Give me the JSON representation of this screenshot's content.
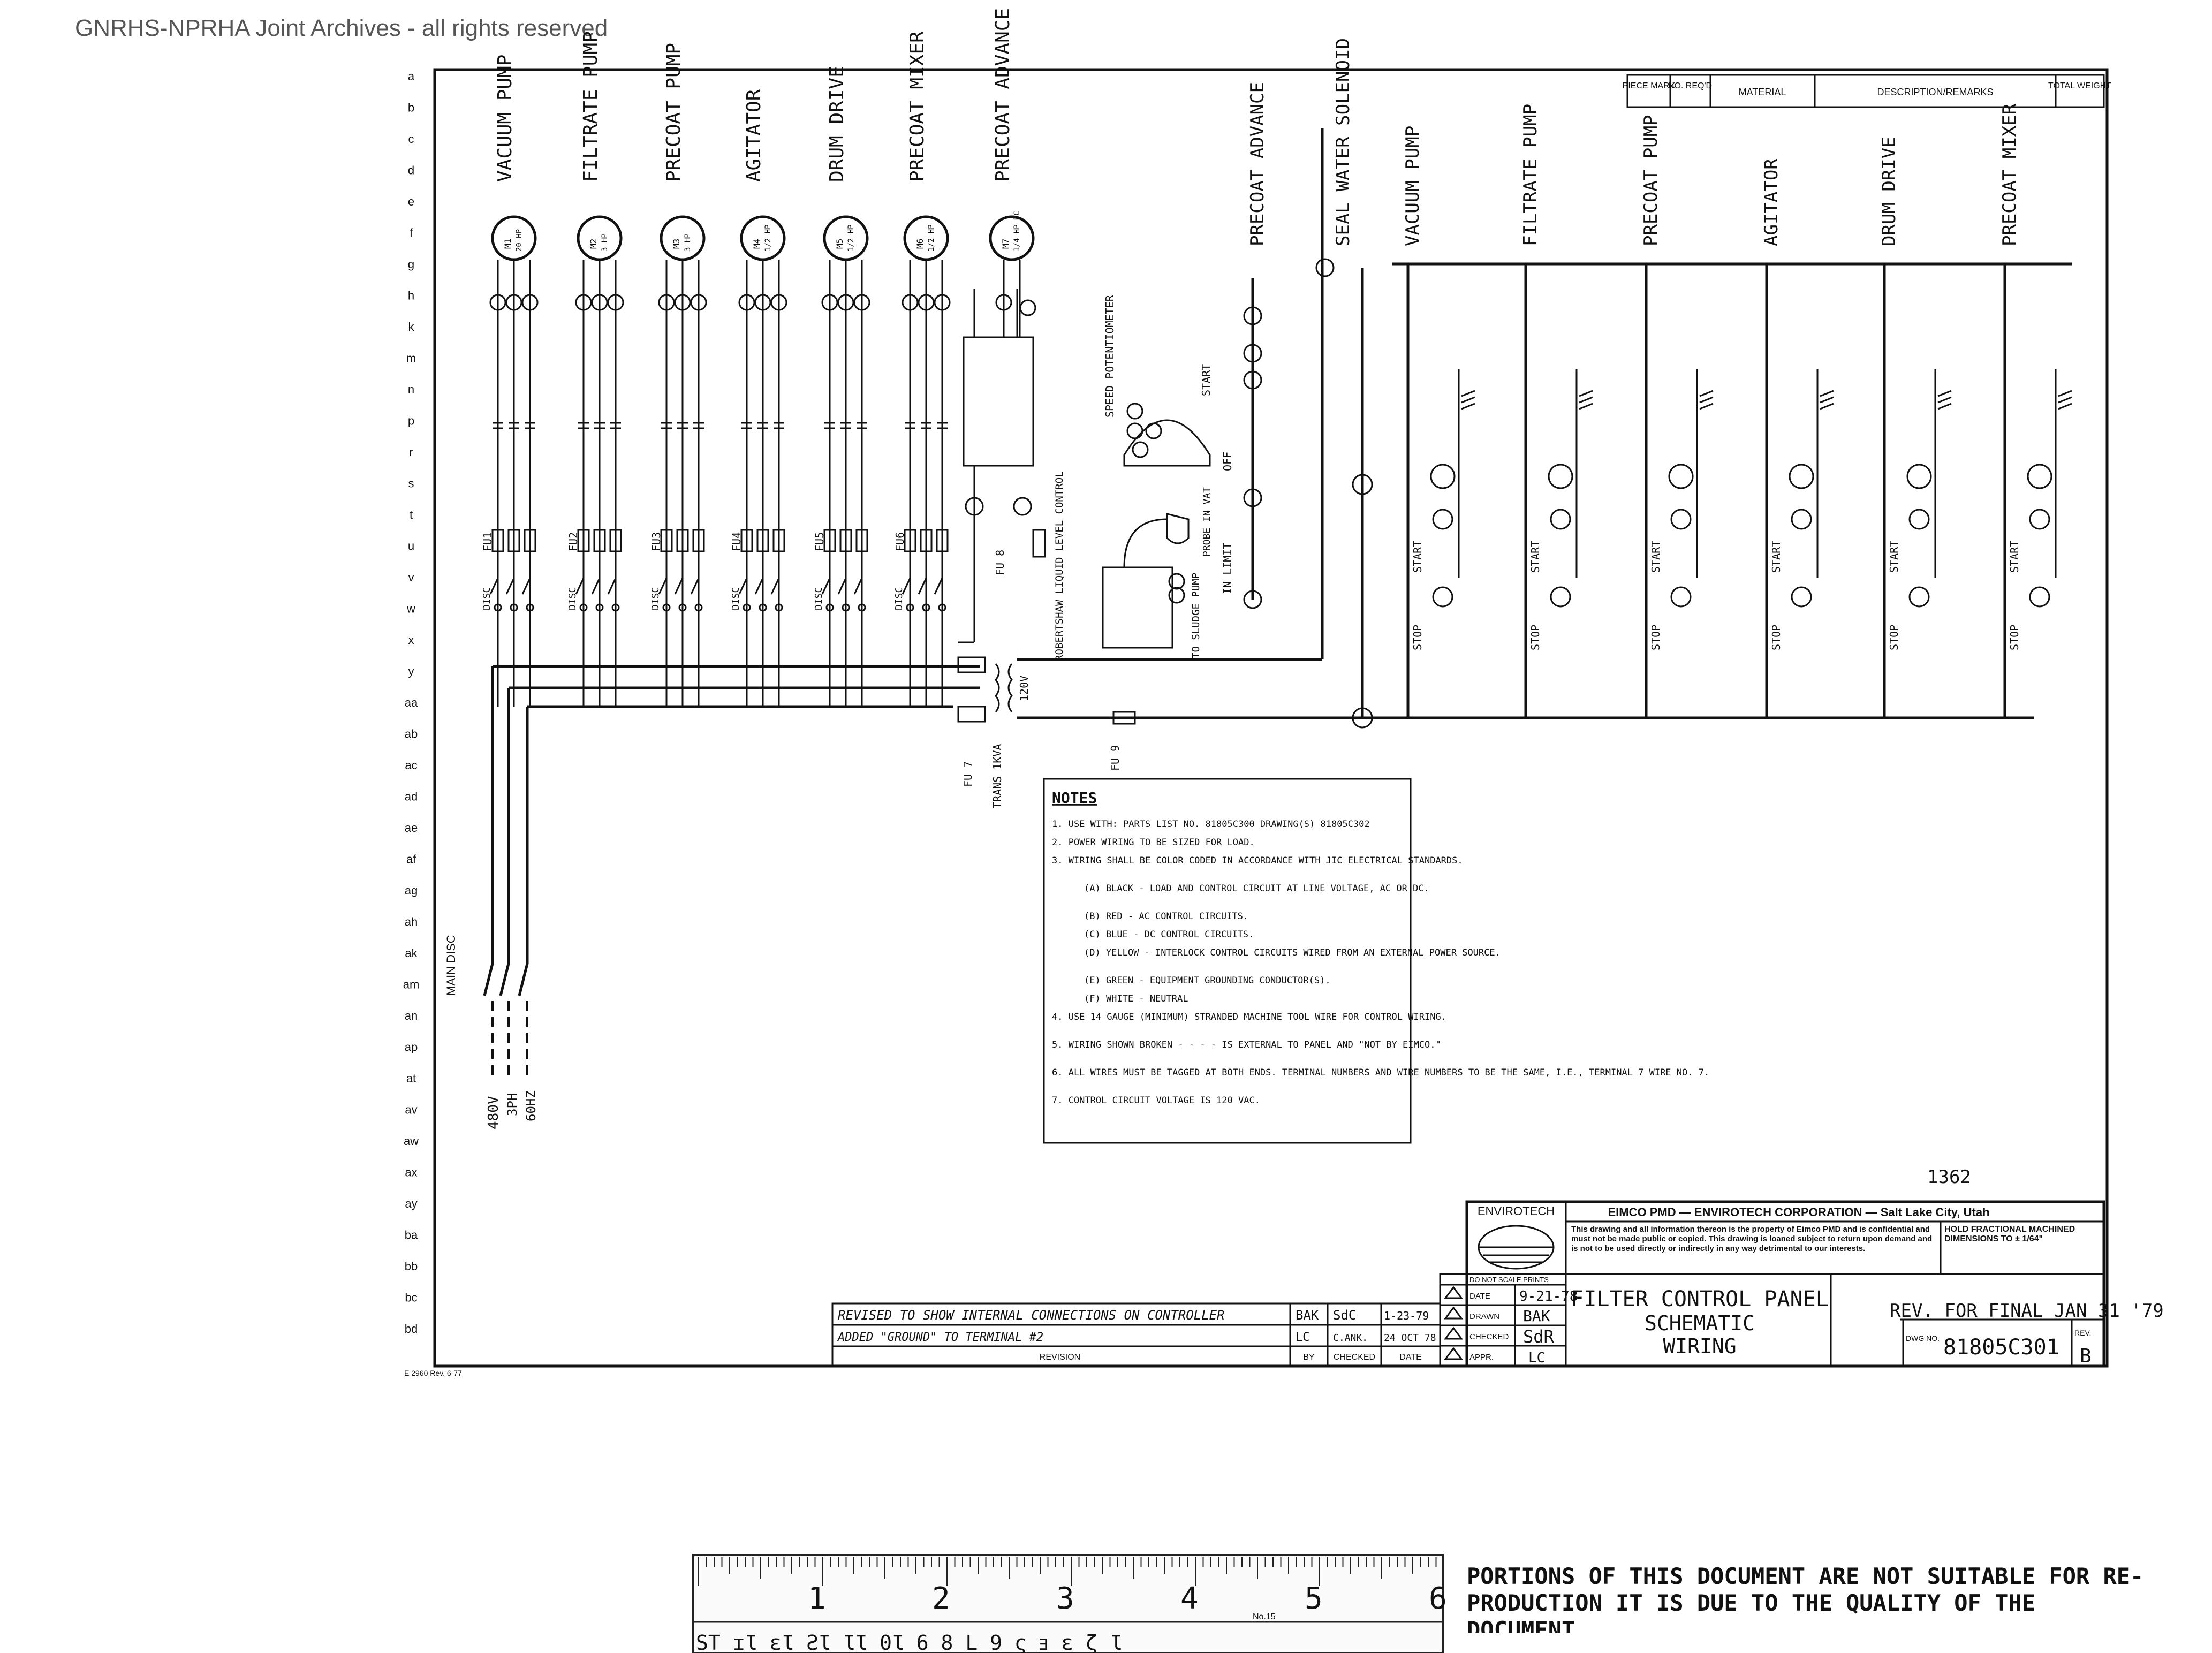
{
  "watermark": "GNRHS-NPRHA Joint Archives - all rights reserved",
  "row_markers": [
    "a",
    "b",
    "c",
    "d",
    "e",
    "f",
    "g",
    "h",
    "k",
    "m",
    "n",
    "p",
    "r",
    "s",
    "t",
    "u",
    "v",
    "w",
    "x",
    "y",
    "aa",
    "ab",
    "ac",
    "ad",
    "ae",
    "af",
    "ag",
    "ah",
    "ak",
    "am",
    "an",
    "ap",
    "at",
    "av",
    "aw",
    "ax",
    "ay",
    "ba",
    "bb",
    "bc",
    "bd"
  ],
  "title_block_header": {
    "piece_mark": "PIECE MARK",
    "no_reqd": "NO. REQ'D",
    "material": "MATERIAL",
    "description": "DESCRIPTION/REMARKS",
    "total_weight": "TOTAL WEIGHT"
  },
  "motors": [
    {
      "name": "VACUUM PUMP",
      "id": "M1",
      "rating": "20 HP"
    },
    {
      "name": "FILTRATE PUMP",
      "id": "M2",
      "rating": "3 HP"
    },
    {
      "name": "PRECOAT PUMP",
      "id": "M3",
      "rating": "3 HP"
    },
    {
      "name": "AGITATOR",
      "id": "M4",
      "rating": "1/2 HP"
    },
    {
      "name": "DRUM DRIVE",
      "id": "M5",
      "rating": "1/2 HP"
    },
    {
      "name": "PRECOAT MIXER",
      "id": "M6",
      "rating": "1/2 HP"
    },
    {
      "name": "PRECOAT ADVANCE",
      "id": "M7",
      "rating": "1/4 HP DC"
    }
  ],
  "fuses": [
    "FU1",
    "FU2",
    "FU3",
    "FU4",
    "FU5",
    "FU6"
  ],
  "disconnects": [
    "DISC",
    "DISC",
    "DISC",
    "DISC",
    "DISC",
    "DISC"
  ],
  "control_labels": {
    "precoat_advance": "PRECOAT ADVANCE",
    "seal_water": "SEAL WATER SOLENOID",
    "rungs": [
      "VACUUM PUMP",
      "FILTRATE PUMP",
      "PRECOAT PUMP",
      "AGITATOR",
      "DRUM DRIVE",
      "PRECOAT MIXER"
    ],
    "speed_pot": "SPEED POTENTIOMETER",
    "start": "START",
    "stop": "STOP",
    "off": "OFF",
    "in_limit": "IN LIMIT",
    "probe": "PROBE IN VAT",
    "level_control": "ROBERTSHAW LIQUID LEVEL CONTROL",
    "to_sludge_pump": "TO SLUDGE PUMP",
    "fu7": "FU 7",
    "trans": "TRANS 1KVA",
    "fu8": "FU 8",
    "fu9": "FU 9",
    "v120": "120V",
    "main_disc": "MAIN DISC",
    "supply": [
      "480V",
      "3PH",
      "60HZ"
    ]
  },
  "notes": {
    "heading": "NOTES",
    "items": [
      "1. USE WITH: PARTS LIST NO. 81805C300 DRAWING(S) 81805C302",
      "2. POWER WIRING TO BE SIZED FOR LOAD.",
      "3. WIRING SHALL BE COLOR CODED IN ACCORDANCE WITH JIC ELECTRICAL STANDARDS.",
      "(A) BLACK - LOAD AND CONTROL CIRCUIT AT LINE VOLTAGE, AC OR DC.",
      "(B) RED - AC CONTROL CIRCUITS.",
      "(C) BLUE - DC CONTROL CIRCUITS.",
      "(D) YELLOW - INTERLOCK CONTROL CIRCUITS WIRED FROM AN EXTERNAL POWER SOURCE.",
      "(E) GREEN - EQUIPMENT GROUNDING CONDUCTOR(S).",
      "(F) WHITE - NEUTRAL",
      "4. USE 14 GAUGE (MINIMUM) STRANDED MACHINE TOOL WIRE FOR CONTROL WIRING.",
      "5. WIRING SHOWN BROKEN - - - - IS EXTERNAL TO PANEL AND \"NOT BY EIMCO.\"",
      "6. ALL WIRES MUST BE TAGGED AT BOTH ENDS. TERMINAL NUMBERS AND WIRE NUMBERS TO BE THE SAME, I.E., TERMINAL 7 WIRE NO. 7.",
      "7. CONTROL CIRCUIT VOLTAGE IS 120 VAC."
    ]
  },
  "sheet_number_note": "1362",
  "title_block": {
    "logo_text": "ENVIROTECH",
    "company": "EIMCO PMD — ENVIROTECH CORPORATION — Salt Lake City, Utah",
    "confidential": "This drawing and all information thereon is the property of Eimco PMD and is confidential and must not be made public or copied. This drawing is loaned subject to return upon demand and is not to be used directly or indirectly in any way detrimental to our interests.",
    "tolerance": "HOLD FRACTIONAL MACHINED DIMENSIONS TO ± 1/64\"",
    "do_not_scale": "DO NOT SCALE PRINTS",
    "date_label": "DATE",
    "date_value": "9-21-78",
    "drawn_label": "DRAWN",
    "drawn_value": "BAK",
    "checked_label": "CHECKED",
    "checked_value": "SdR",
    "appr_label": "APPR.",
    "appr_value": "LC",
    "title_lines": [
      "FILTER CONTROL PANEL",
      "SCHEMATIC",
      "WIRING"
    ],
    "rev_status": "REV. FOR FINAL JAN 31 '79",
    "dwg_no_label": "DWG NO.",
    "dwg_no": "81805C301",
    "rev_label": "REV.",
    "rev": "B"
  },
  "revisions": [
    {
      "text": "REVISED TO SHOW INTERNAL CONNECTIONS ON CONTROLLER",
      "by": "BAK",
      "checked": "SdC",
      "date": "1-23-79"
    },
    {
      "text": "ADDED \"GROUND\" TO TERMINAL #2",
      "by": "LC",
      "checked": "C.ANK.",
      "date": "24 OCT 78"
    }
  ],
  "revision_footer": {
    "revision": "REVISION",
    "by": "BY",
    "checked": "CHECKED",
    "date": "DATE"
  },
  "form_number": "E 2960 Rev. 6-77",
  "ruler": {
    "numbers": [
      "1",
      "2",
      "3",
      "4",
      "5",
      "6"
    ],
    "brand": "No.15",
    "mirror_text": "ST  ɪƖ  εƖ  ƧƖ  ƖƖ  0Ɩ  6  8  L  9  ς  ⱻ  ε  ζ  Ɩ"
  },
  "quality_notice": "PORTIONS OF THIS DOCUMENT ARE NOT SUITABLE FOR RE-PRODUCTION IT IS DUE TO THE QUALITY OF THE DOCUMENT."
}
